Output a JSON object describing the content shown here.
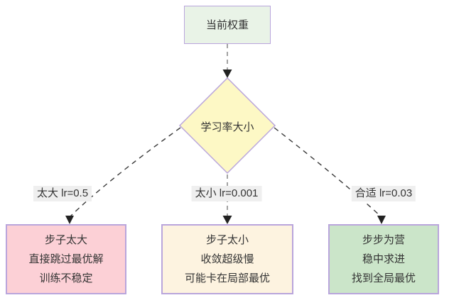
{
  "nodes": {
    "start": {
      "label": "当前权重"
    },
    "decision": {
      "label": "学习率大小"
    },
    "too_large": {
      "lines": [
        "步子太大",
        "直接跳过最优解",
        "训练不稳定"
      ]
    },
    "too_small": {
      "lines": [
        "步子太小",
        "收敛超级慢",
        "可能卡在局部最优"
      ]
    },
    "just_right": {
      "lines": [
        "步步为营",
        "稳中求进",
        "找到全局最优"
      ]
    }
  },
  "edge_labels": {
    "too_large": "太大 lr=0.5",
    "too_small": "太小 lr=0.001",
    "just_right": "合适 lr=0.03"
  },
  "colors": {
    "start_fill": "#e9f3e7",
    "decision_fill": "#fdf8c5",
    "too_large_fill": "#fcd0d6",
    "too_small_fill": "#fdf3e0",
    "just_right_fill": "#cbe5c9",
    "node_border": "#b9a5dc",
    "edge_vertical": "#8c8c8c",
    "edge_diagonal": "#3a3a3a",
    "arrowhead": "#222222",
    "edge_label_bg": "#efefef",
    "text": "#333333",
    "background": "#ffffff"
  }
}
